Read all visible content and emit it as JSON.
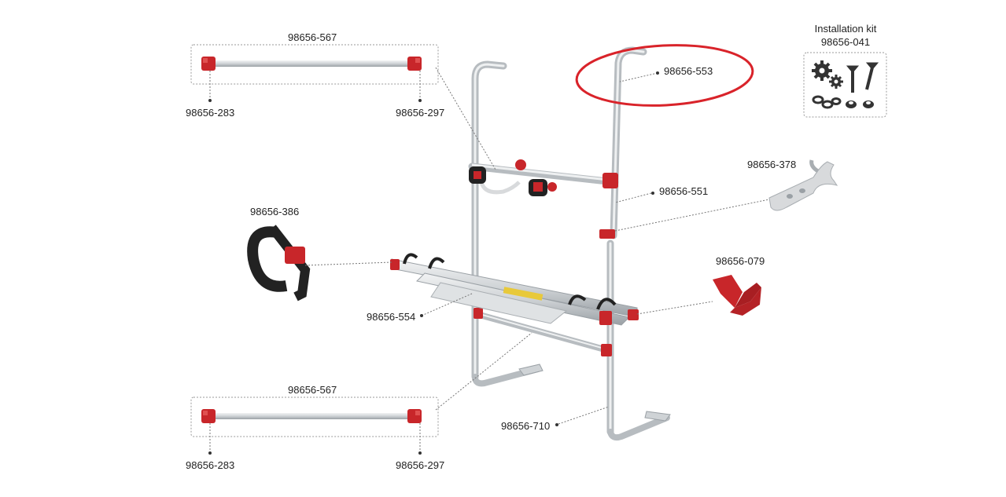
{
  "parts": {
    "rail_top": "98656-567",
    "rail_top_cap_left": "98656-283",
    "rail_top_cap_right": "98656-297",
    "rail_bottom": "98656-567",
    "rail_bottom_cap_left": "98656-283",
    "rail_bottom_cap_right": "98656-297",
    "strap": "98656-386",
    "tray": "98656-554",
    "upper_frame": "98656-553",
    "side_frame": "98656-551",
    "clamp": "98656-378",
    "holder": "98656-079",
    "lower_frame": "98656-710"
  },
  "kit": {
    "title": "Installation kit",
    "code": "98656-041"
  },
  "colors": {
    "aluminium": "#cfd3d6",
    "aluminium_dark": "#9aa0a5",
    "red": "#c8262a",
    "highlight_ellipse": "#d9232a",
    "leader": "#666666",
    "strap_black": "#222222",
    "clamp_grey": "#d8dadc"
  }
}
